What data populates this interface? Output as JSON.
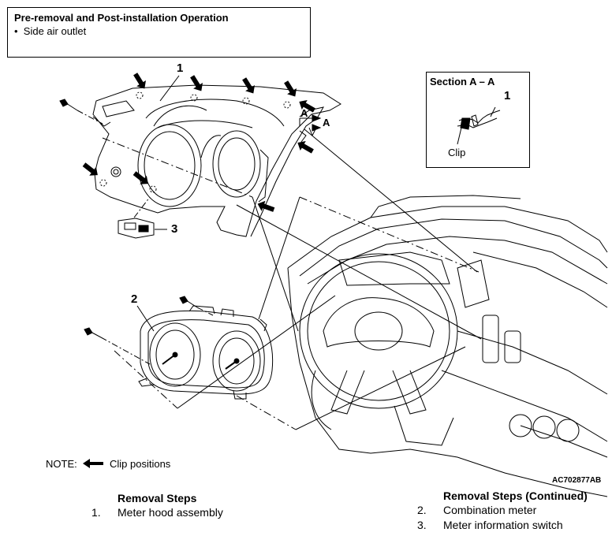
{
  "info_box": {
    "title": "Pre-removal and Post-installation Operation",
    "items": [
      "Side air outlet"
    ]
  },
  "section_box": {
    "title": "Section A – A",
    "part_number": "1",
    "clip_label": "Clip"
  },
  "callouts": {
    "meter_hood": "1",
    "combination_meter": "2",
    "info_switch": "3",
    "section_a1": "A",
    "section_a2": "A"
  },
  "note": {
    "prefix": "NOTE:",
    "legend": "Clip positions",
    "icon": "left-arrow-icon"
  },
  "figure_id": "AC702877AB",
  "removal_steps": {
    "title": "Removal Steps",
    "items": [
      {
        "num": "1.",
        "text": "Meter hood assembly"
      }
    ]
  },
  "removal_steps_continued": {
    "title": "Removal Steps (Continued)",
    "items": [
      {
        "num": "2.",
        "text": "Combination meter"
      },
      {
        "num": "3.",
        "text": "Meter information switch"
      }
    ]
  }
}
